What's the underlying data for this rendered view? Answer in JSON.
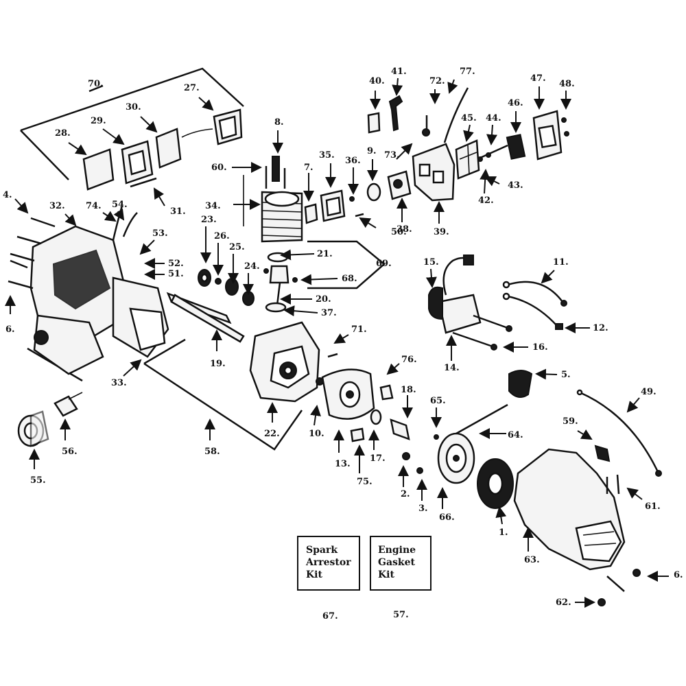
{
  "callouts": {
    "c1": "1.",
    "c2": "2.",
    "c3": "3.",
    "c4": "4.",
    "c5": "5.",
    "c6a": "6.",
    "c6b": "6.",
    "c7": "7.",
    "c8": "8.",
    "c9": "9.",
    "c10": "10.",
    "c11": "11.",
    "c12": "12.",
    "c13": "13.",
    "c14": "14.",
    "c15": "15.",
    "c16": "16.",
    "c17": "17.",
    "c18": "18.",
    "c19": "19.",
    "c20": "20.",
    "c21": "21.",
    "c22": "22.",
    "c23": "23.",
    "c24": "24.",
    "c25": "25.",
    "c26": "26.",
    "c27": "27.",
    "c28": "28.",
    "c29": "29.",
    "c30": "30.",
    "c31": "31.",
    "c32": "32.",
    "c33": "33.",
    "c34": "34.",
    "c35": "35.",
    "c36": "36.",
    "c37": "37.",
    "c38": "38.",
    "c39": "39.",
    "c40": "40.",
    "c41": "41.",
    "c42": "42.",
    "c43": "43.",
    "c44": "44.",
    "c45": "45.",
    "c46": "46.",
    "c47": "47.",
    "c48": "48.",
    "c49": "49.",
    "c50": "50.",
    "c51": "51.",
    "c52": "52.",
    "c53": "53.",
    "c54": "54.",
    "c55": "55.",
    "c56": "56.",
    "c57": "57.",
    "c58": "58.",
    "c59": "59.",
    "c60": "60.",
    "c61": "61.",
    "c62": "62.",
    "c63": "63.",
    "c64": "64.",
    "c65": "65.",
    "c66": "66.",
    "c67": "67.",
    "c68": "68.",
    "c69": "69.",
    "c70": "70.",
    "c71": "71.",
    "c72": "72.",
    "c73": "73.",
    "c74": "74.",
    "c75": "75.",
    "c76": "76.",
    "c77": "77."
  },
  "kits": {
    "spark_arrestor": {
      "line1": "Spark",
      "line2": "Arrestor",
      "line3": "Kit"
    },
    "engine_gasket": {
      "line1": "Engine",
      "line2": "Gasket",
      "line3": "Kit"
    }
  }
}
